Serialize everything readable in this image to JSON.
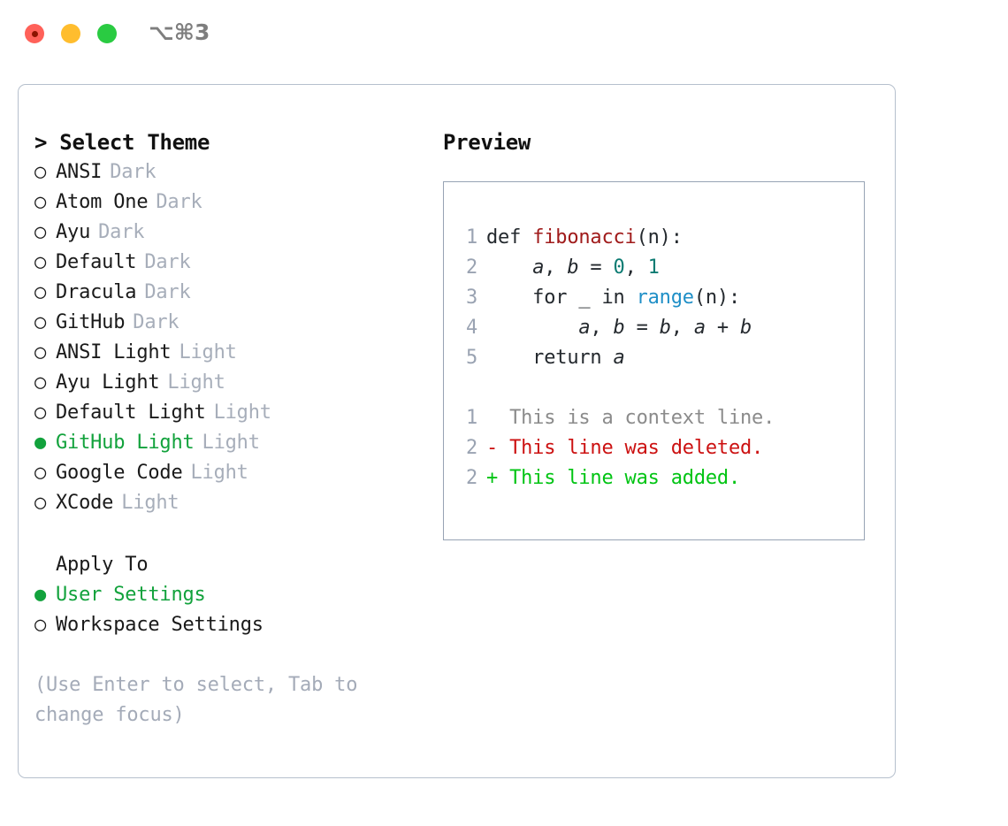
{
  "titlebar": {
    "lights": [
      {
        "name": "close-button",
        "color": "#ff6159"
      },
      {
        "name": "minimize-button",
        "color": "#ffbd2e"
      },
      {
        "name": "zoom-button",
        "color": "#2acb42"
      }
    ],
    "shortcut": "⌥⌘3"
  },
  "theme_picker": {
    "title": "> Select Theme",
    "bullet_selected": "●",
    "bullet_unselected": "○",
    "selected_color": "#12a23c",
    "suffix_color": "#a7aeba",
    "options": [
      {
        "label": "ANSI",
        "suffix": "Dark",
        "selected": false
      },
      {
        "label": "Atom One",
        "suffix": "Dark",
        "selected": false
      },
      {
        "label": "Ayu",
        "suffix": "Dark",
        "selected": false
      },
      {
        "label": "Default",
        "suffix": "Dark",
        "selected": false
      },
      {
        "label": "Dracula",
        "suffix": "Dark",
        "selected": false
      },
      {
        "label": "GitHub",
        "suffix": "Dark",
        "selected": false
      },
      {
        "label": "ANSI Light",
        "suffix": "Light",
        "selected": false
      },
      {
        "label": "Ayu Light",
        "suffix": "Light",
        "selected": false
      },
      {
        "label": "Default Light",
        "suffix": "Light",
        "selected": false
      },
      {
        "label": "GitHub Light",
        "suffix": "Light",
        "selected": true
      },
      {
        "label": "Google Code",
        "suffix": "Light",
        "selected": false
      },
      {
        "label": "XCode",
        "suffix": "Light",
        "selected": false
      }
    ]
  },
  "apply_to": {
    "title": "Apply To",
    "options": [
      {
        "label": "User Settings",
        "selected": true
      },
      {
        "label": "Workspace Settings",
        "selected": false
      }
    ]
  },
  "hint": "(Use Enter to select, Tab to change focus)",
  "preview": {
    "title": "Preview",
    "code_lines": [
      {
        "lineno": "1",
        "tokens": [
          {
            "text": "def ",
            "style": "plain"
          },
          {
            "text": "fibonacci",
            "style": "func"
          },
          {
            "text": "(n):",
            "style": "plain"
          }
        ]
      },
      {
        "lineno": "2",
        "tokens": [
          {
            "text": "    ",
            "style": "plain"
          },
          {
            "text": "a",
            "style": "var"
          },
          {
            "text": ", ",
            "style": "plain"
          },
          {
            "text": "b",
            "style": "var"
          },
          {
            "text": " = ",
            "style": "plain"
          },
          {
            "text": "0",
            "style": "num"
          },
          {
            "text": ", ",
            "style": "plain"
          },
          {
            "text": "1",
            "style": "num"
          }
        ]
      },
      {
        "lineno": "3",
        "tokens": [
          {
            "text": "    for _ in ",
            "style": "plain"
          },
          {
            "text": "range",
            "style": "call"
          },
          {
            "text": "(n):",
            "style": "plain"
          }
        ]
      },
      {
        "lineno": "4",
        "tokens": [
          {
            "text": "        ",
            "style": "plain"
          },
          {
            "text": "a",
            "style": "var"
          },
          {
            "text": ", ",
            "style": "plain"
          },
          {
            "text": "b",
            "style": "var"
          },
          {
            "text": " = ",
            "style": "plain"
          },
          {
            "text": "b",
            "style": "var"
          },
          {
            "text": ", ",
            "style": "plain"
          },
          {
            "text": "a",
            "style": "var"
          },
          {
            "text": " + ",
            "style": "plain"
          },
          {
            "text": "b",
            "style": "var"
          }
        ]
      },
      {
        "lineno": "5",
        "tokens": [
          {
            "text": "    return ",
            "style": "plain"
          },
          {
            "text": "a",
            "style": "var"
          }
        ]
      }
    ],
    "diff_lines": [
      {
        "lineno": "1",
        "marker": " ",
        "text": " This is a context line.",
        "kind": "context"
      },
      {
        "lineno": "2",
        "marker": "-",
        "text": " This line was deleted.",
        "kind": "deleted"
      },
      {
        "lineno": "2",
        "marker": "+",
        "text": " This line was added.",
        "kind": "added"
      }
    ],
    "diff_colors": {
      "context": "#8b8b8b",
      "deleted": "#cc1111",
      "added": "#00c413"
    }
  }
}
